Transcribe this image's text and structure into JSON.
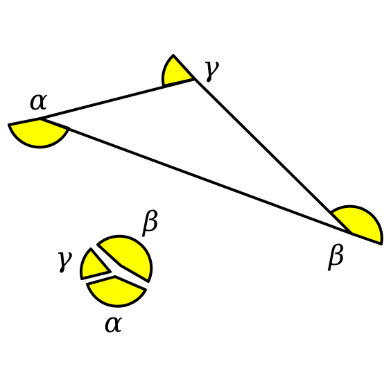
{
  "colors": {
    "wedge_fill": "#ffff00",
    "stroke": "#000000",
    "background": "#ffffff"
  },
  "labels": {
    "alpha": "α",
    "beta": "β",
    "gamma": "γ"
  },
  "triangle": {
    "vertex_labels": [
      "α",
      "γ",
      "β"
    ]
  },
  "angle_sum_group": {
    "labels": [
      "β",
      "γ",
      "α"
    ]
  }
}
